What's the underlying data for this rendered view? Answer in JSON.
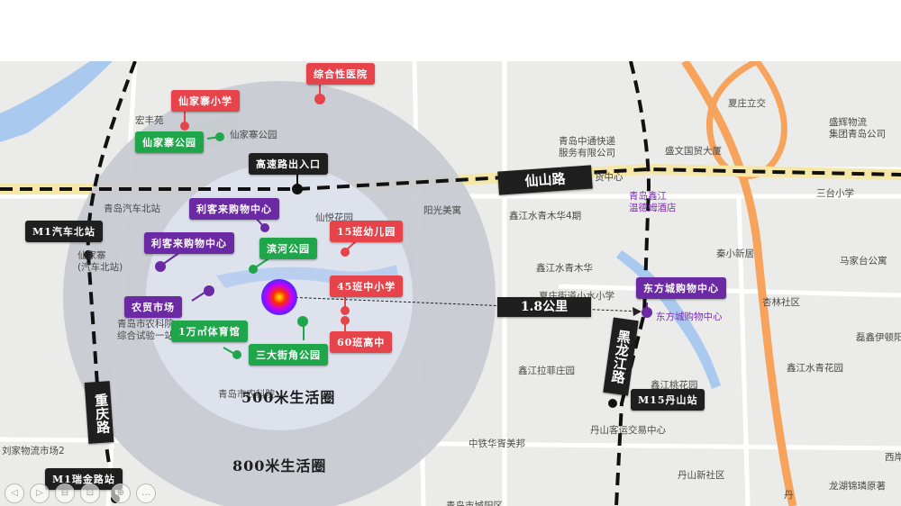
{
  "colors": {
    "red": "#e6434b",
    "green": "#1fa54a",
    "purple": "#6b2aa3",
    "black": "#1f1f1f",
    "outer_ring": "#c6c8cf",
    "inner_ring": "#dfe4ee"
  },
  "rings": {
    "outer": "800米生活圈",
    "inner": "500米生活圈"
  },
  "distance": "1.8公里",
  "roads": {
    "xianshan": "仙山路",
    "chongqing": "重庆路",
    "heilongjiang": "黑龙江路"
  },
  "pois": {
    "hospital": "综合性医院",
    "xianjiazhai_school": "仙家寨小学",
    "xianjiazhai_park": "仙家寨公园",
    "highway_exit": "高速路出入口",
    "likelai_1": "利客来购物中心",
    "likelai_2": "利客来购物中心",
    "binhe_park": "滨河公园",
    "kindergarten": "15班幼儿园",
    "farmers_market": "农贸市场",
    "school45": "45班中小学",
    "gym": "1万㎡体育馆",
    "street_park": "三大街角公园",
    "highschool": "60班高中",
    "dongfang_mall": "东方城购物中心"
  },
  "stations": {
    "m1_north": "M1汽车北站",
    "m15": "M15丹山站",
    "m1_ruijin": "M1瑞金路站"
  },
  "map_labels": {
    "hongfeng": "宏丰苑",
    "xianjiazhai_park": "仙家寨公园",
    "bus_north": "青岛汽车北站",
    "xianyue": "仙悦花园",
    "yangguang": "阳光美寓",
    "xianjiazhai": "仙家寨",
    "bus_north2": "(汽车北站)",
    "agri": "青岛市农科院",
    "agri2": "综合试验一站",
    "qingdao_bottom": "青岛市农科院",
    "logistics": "刘家物流市场2",
    "xiazhuang": "夏庄立交",
    "shengshi": "盛辉物流",
    "shengshi2": "集团青岛公司",
    "zhongtong": "青岛中通快递",
    "zhongtong2": "服务有限公司",
    "shengwen": "盛文国贸大厦",
    "huo": "货中心",
    "qingjiang": "青岛鑫江",
    "wendi": "温德姆酒店",
    "sanmu": "三台小学",
    "xinjiang_qingmu4": "鑫江水青木华4期",
    "qinxiao": "秦小新居",
    "majia": "马家台公寓",
    "xinjiang_qingmu": "鑫江水青木华",
    "xiazhuang_jd": "夏庄街道小水小学",
    "dongfang_map": "东方城购物中心",
    "xingshe": "杏林社区",
    "leixin": "磊鑫伊顿阳",
    "xinjiang_laf": "鑫江拉菲庄园",
    "taohua": "鑫江桃花园",
    "xinjiang_qinghua": "鑫江水青花园",
    "zhongtie": "中铁华胥美邦",
    "yunjiao": "丹山客运交易中心",
    "danshan_xin": "丹山新社区",
    "xixie": "西岸",
    "longhu": "龙湖锦璘原著",
    "qingdaoshi": "青岛市城阳区",
    "dan": "丹"
  },
  "controls": [
    "◁",
    "▷",
    "⊟",
    "⊡",
    "⊕",
    "…"
  ]
}
